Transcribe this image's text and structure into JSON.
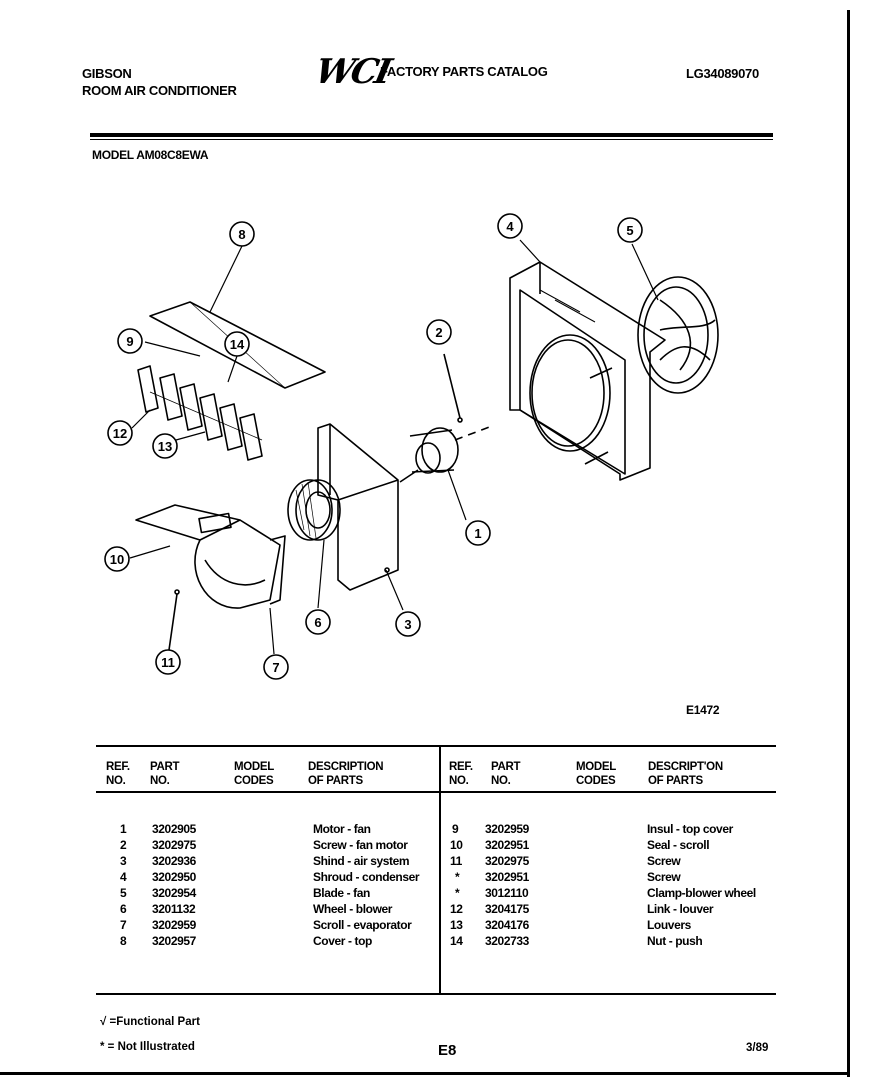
{
  "header": {
    "brand": "GIBSON",
    "product": "ROOM AIR CONDITIONER",
    "logo_text": "WCI",
    "catalog_title": "FACTORY PARTS CATALOG",
    "catalog_number": "LG34089070",
    "model_line": "MODEL AM08C8EWA"
  },
  "diagram": {
    "figure_code": "E1472",
    "callouts": [
      "1",
      "2",
      "3",
      "4",
      "5",
      "6",
      "7",
      "8",
      "9",
      "10",
      "11",
      "12",
      "13",
      "14"
    ]
  },
  "table": {
    "headers": {
      "ref": [
        "REF.",
        "NO."
      ],
      "part": [
        "PART",
        "NO."
      ],
      "model": [
        "MODEL",
        "CODES"
      ],
      "desc": [
        "DESCRIPTION",
        "OF PARTS"
      ],
      "desc_right": [
        "DESCRIPT'ON",
        "OF PARTS"
      ]
    },
    "left_rows": [
      {
        "ref": "1",
        "part": "3202905",
        "desc": "Motor - fan"
      },
      {
        "ref": "2",
        "part": "3202975",
        "desc": "Screw - fan motor"
      },
      {
        "ref": "3",
        "part": "3202936",
        "desc": "Shind - air system"
      },
      {
        "ref": "4",
        "part": "3202950",
        "desc": "Shroud - condenser"
      },
      {
        "ref": "5",
        "part": "3202954",
        "desc": "Blade - fan"
      },
      {
        "ref": "6",
        "part": "3201132",
        "desc": "Wheel - blower"
      },
      {
        "ref": "7",
        "part": "3202959",
        "desc": "Scroll - evaporator"
      },
      {
        "ref": "8",
        "part": "3202957",
        "desc": "Cover - top"
      }
    ],
    "right_rows": [
      {
        "ref": "9",
        "part": "3202959",
        "desc": "Insul - top cover"
      },
      {
        "ref": "10",
        "part": "3202951",
        "desc": "Seal - scroll"
      },
      {
        "ref": "11",
        "part": "3202975",
        "desc": "Screw"
      },
      {
        "ref": "*",
        "part": "3202951",
        "desc": "Screw"
      },
      {
        "ref": "*",
        "part": "3012110",
        "desc": "Clamp-blower wheel"
      },
      {
        "ref": "12",
        "part": "3204175",
        "desc": "Link - louver"
      },
      {
        "ref": "13",
        "part": "3204176",
        "desc": "Louvers"
      },
      {
        "ref": "14",
        "part": "3202733",
        "desc": "Nut - push"
      }
    ]
  },
  "footer": {
    "functional_note": "√ =Functional Part",
    "not_illustrated_note": "* = Not Illustrated",
    "page_code": "E8",
    "date": "3/89"
  }
}
